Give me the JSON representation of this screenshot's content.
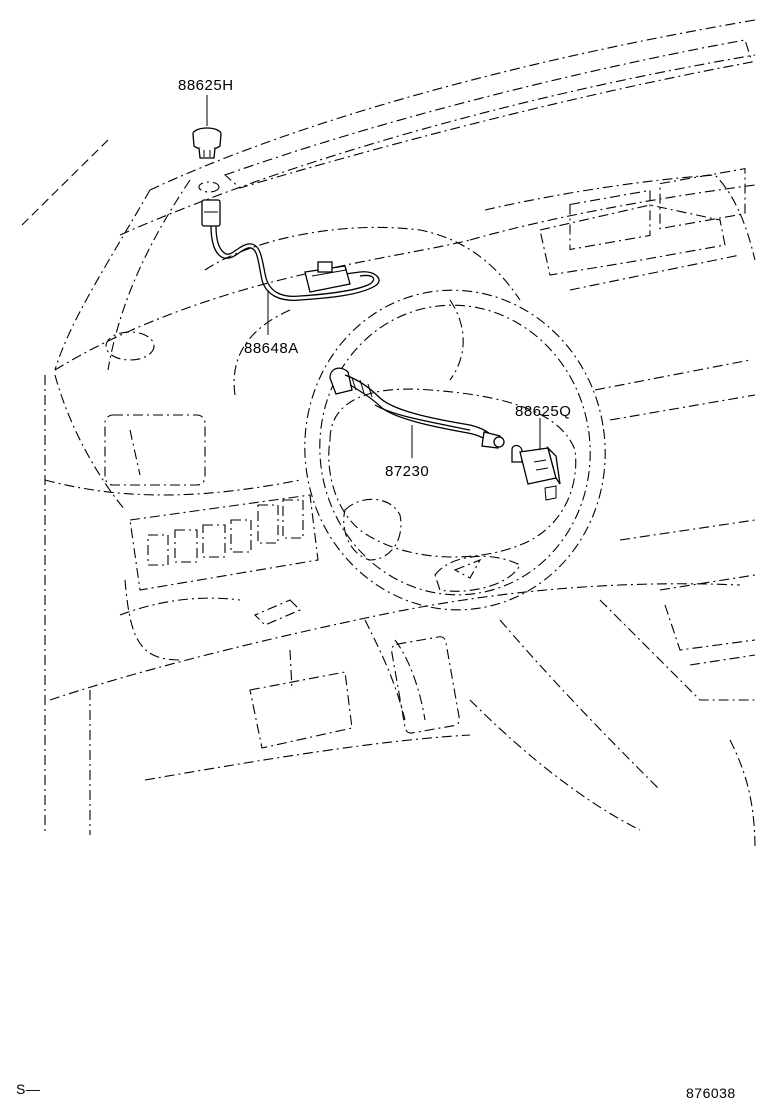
{
  "labels": {
    "part_88625H": "88625H",
    "part_88648A": "88648A",
    "part_88625Q": "88625Q",
    "part_87230": "87230"
  },
  "footer": {
    "left_code": "S—",
    "figure_number": "876038"
  }
}
